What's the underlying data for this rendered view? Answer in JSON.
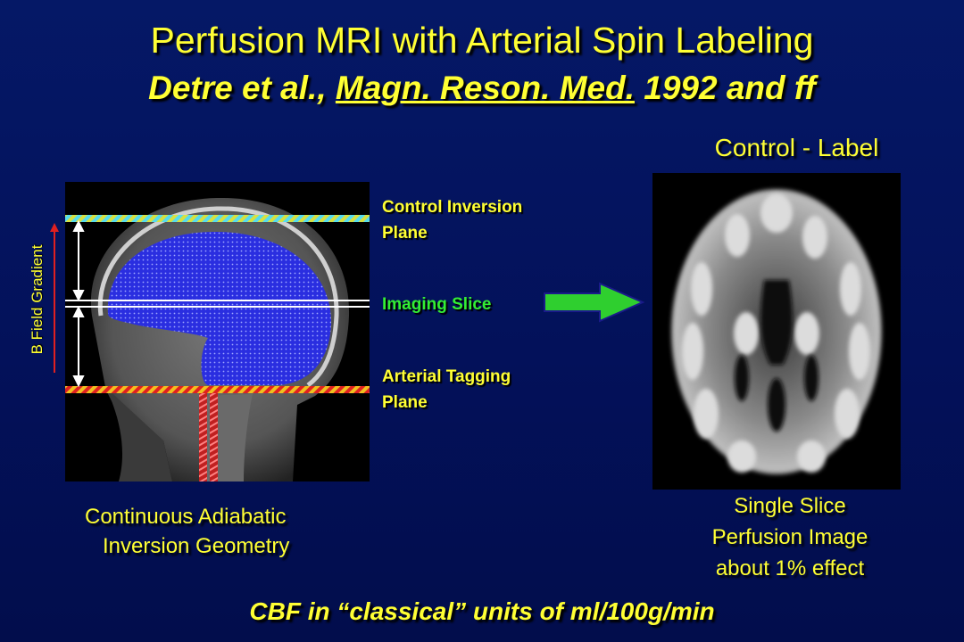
{
  "title": "Perfusion MRI with Arterial Spin Labeling",
  "subtitle": {
    "prefix": "Detre et al., ",
    "journal": "Magn. Reson. Med.",
    "suffix": " 1992 and ff"
  },
  "perfusion_header": "Control - Label",
  "planes": {
    "control_line1": "Control Inversion",
    "control_line2": "Plane",
    "imaging": "Imaging Slice",
    "tagging_line1": "Arterial Tagging",
    "tagging_line2": "Plane"
  },
  "gradient_label": "B Field Gradient",
  "caption_left": {
    "line1": "Continuous Adiabatic",
    "line2": "Inversion Geometry"
  },
  "caption_right": {
    "line1": "Single Slice",
    "line2": "Perfusion Image",
    "line3": "about 1% effect"
  },
  "footer": "CBF in “classical” units of ml/100g/min",
  "colors": {
    "background": "#03115a",
    "text": "#ffff33",
    "imaging_label": "#33ee33",
    "brain_fill": "#2a2ee0",
    "arrow_fill": "#2fcf2f",
    "arrow_stroke": "#1a1a8a",
    "tag_stripe_red": "#e02020",
    "control_stripe_cyan": "#55ddee"
  }
}
